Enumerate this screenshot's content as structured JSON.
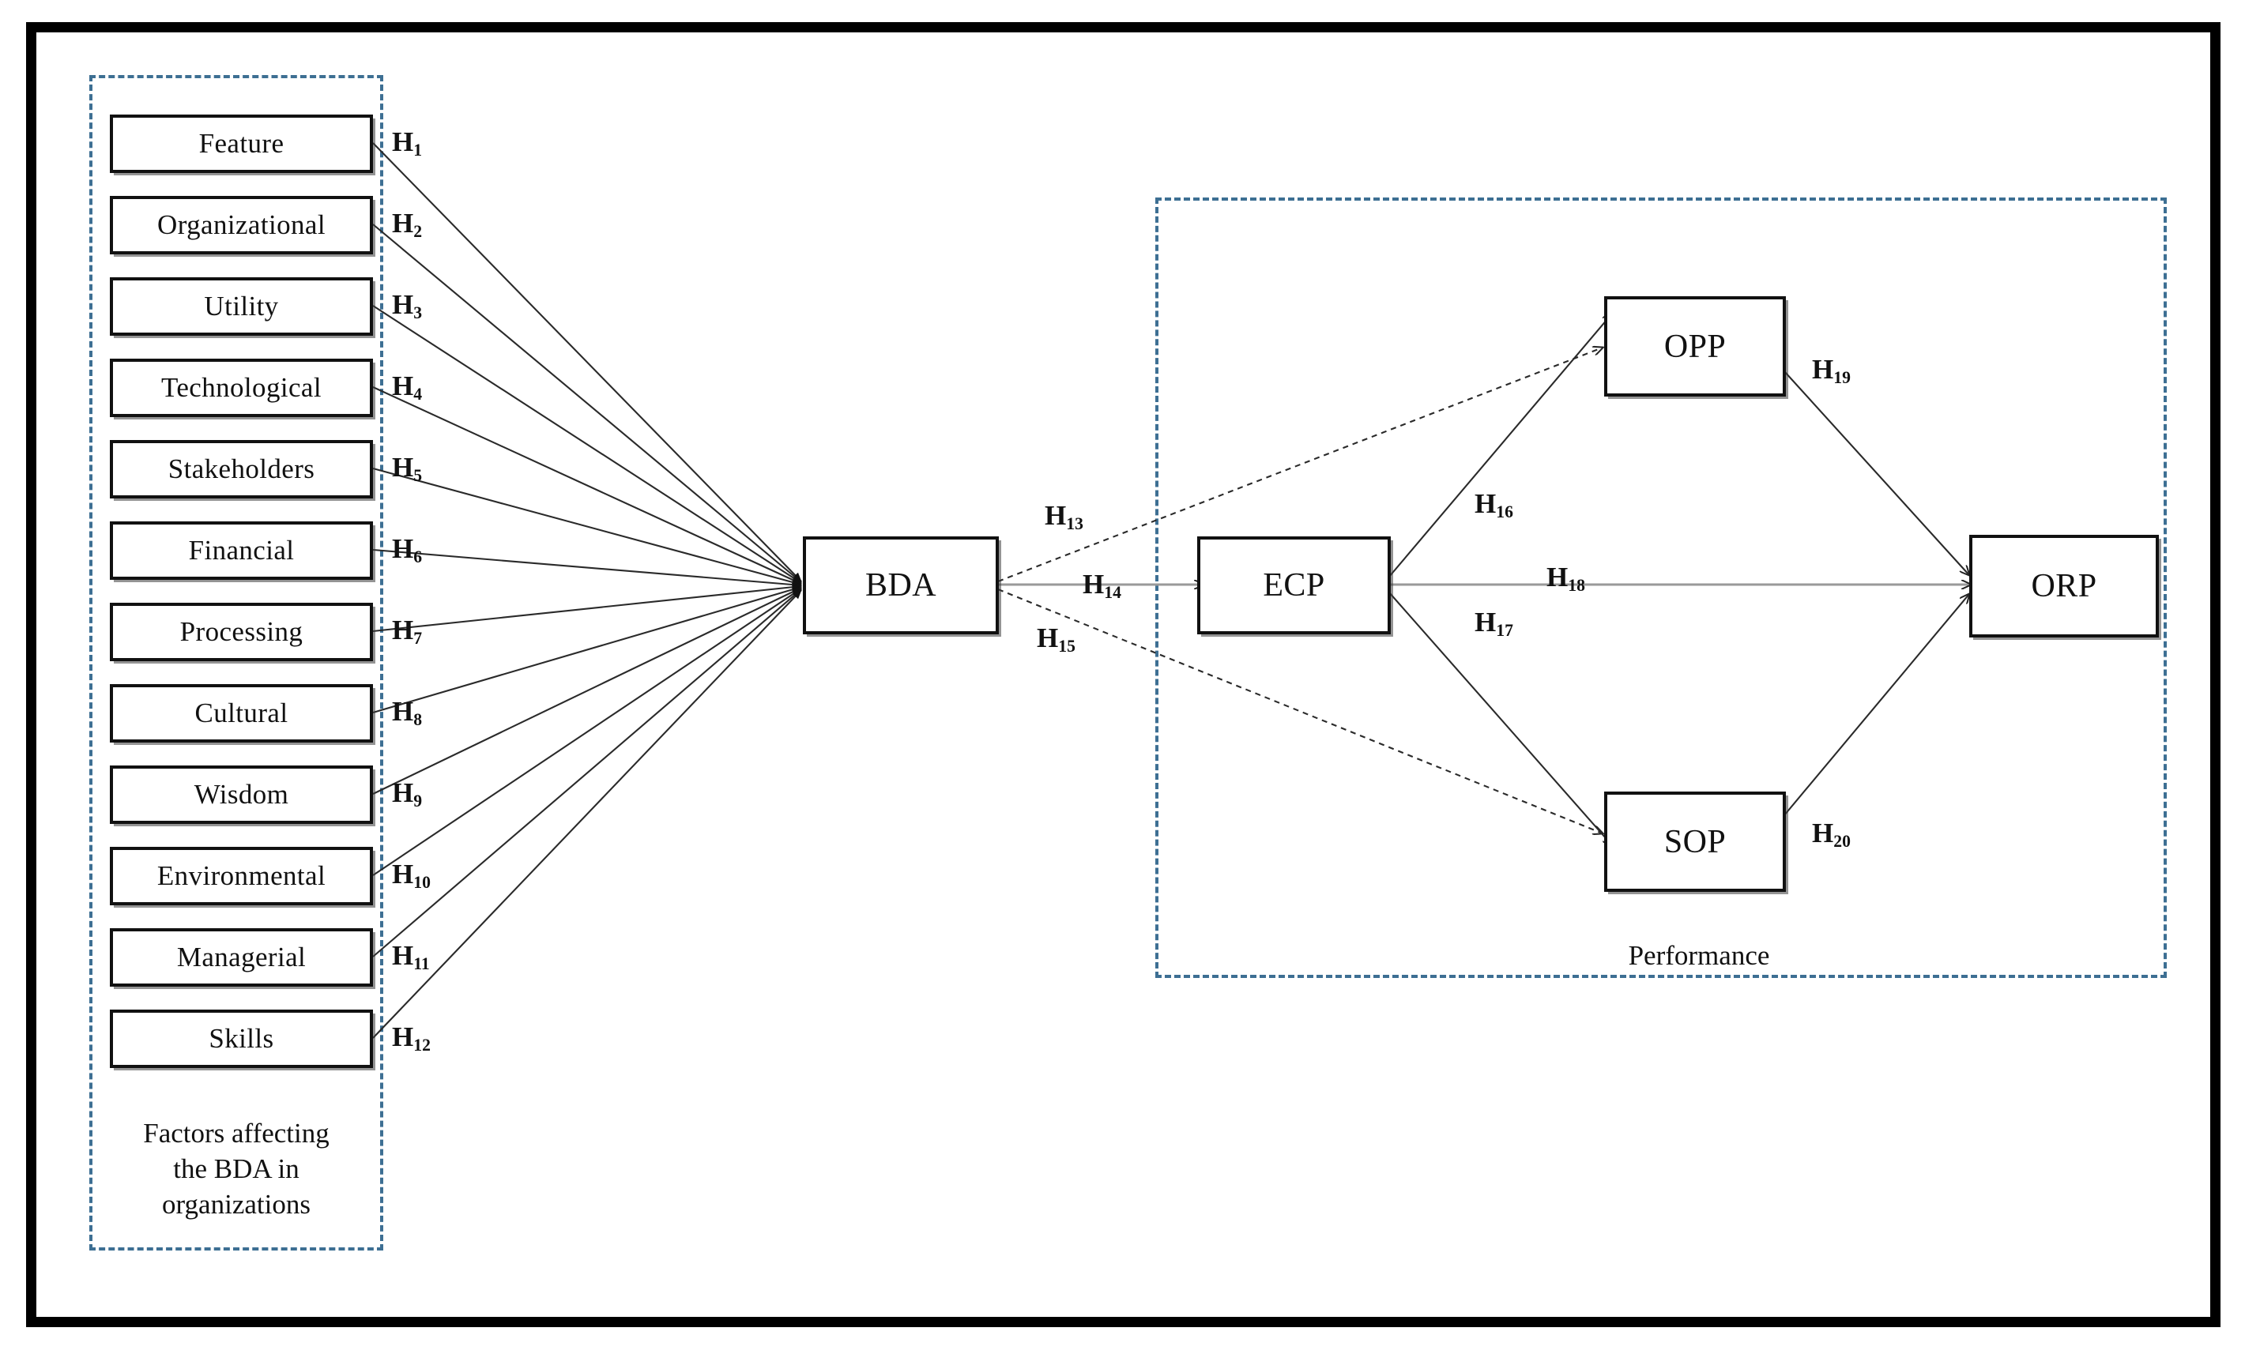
{
  "figure": {
    "type": "conceptual-research-model",
    "factors_panel_caption": "Factors affecting\nthe BDA in\norganizations",
    "factors_caption_lines": [
      "Factors affecting",
      "the BDA in",
      "organizations"
    ],
    "performance_panel_caption": "Performance",
    "colors": {
      "frame": "#000000",
      "panel_dashed": "#3d6f93",
      "node_border": "#111111",
      "link": "#333333",
      "background": "#ffffff"
    }
  },
  "factors": [
    {
      "id": "feature",
      "label": "Feature",
      "hypothesis": "H",
      "index": "1"
    },
    {
      "id": "organizational",
      "label": "Organizational",
      "hypothesis": "H",
      "index": "2"
    },
    {
      "id": "utility",
      "label": "Utility",
      "hypothesis": "H",
      "index": "3"
    },
    {
      "id": "technological",
      "label": "Technological",
      "hypothesis": "H",
      "index": "4"
    },
    {
      "id": "stakeholders",
      "label": "Stakeholders",
      "hypothesis": "H",
      "index": "5"
    },
    {
      "id": "financial",
      "label": "Financial",
      "hypothesis": "H",
      "index": "6"
    },
    {
      "id": "processing",
      "label": "Processing",
      "hypothesis": "H",
      "index": "7"
    },
    {
      "id": "cultural",
      "label": "Cultural",
      "hypothesis": "H",
      "index": "8"
    },
    {
      "id": "wisdom",
      "label": "Wisdom",
      "hypothesis": "H",
      "index": "9"
    },
    {
      "id": "environmental",
      "label": "Environmental",
      "hypothesis": "H",
      "index": "10"
    },
    {
      "id": "managerial",
      "label": "Managerial",
      "hypothesis": "H",
      "index": "11"
    },
    {
      "id": "skills",
      "label": "Skills",
      "hypothesis": "H",
      "index": "12"
    }
  ],
  "core_nodes": [
    {
      "id": "bda",
      "label": "BDA"
    },
    {
      "id": "ecp",
      "label": "ECP"
    },
    {
      "id": "opp",
      "label": "OPP"
    },
    {
      "id": "sop",
      "label": "SOP"
    },
    {
      "id": "orp",
      "label": "ORP"
    }
  ],
  "path_hypotheses": [
    {
      "id": "h13",
      "hypothesis": "H",
      "index": "13",
      "from": "bda",
      "to": "opp"
    },
    {
      "id": "h14",
      "hypothesis": "H",
      "index": "14",
      "from": "bda",
      "to": "ecp"
    },
    {
      "id": "h15",
      "hypothesis": "H",
      "index": "15",
      "from": "bda",
      "to": "sop"
    },
    {
      "id": "h16",
      "hypothesis": "H",
      "index": "16",
      "from": "ecp",
      "to": "opp"
    },
    {
      "id": "h17",
      "hypothesis": "H",
      "index": "17",
      "from": "ecp",
      "to": "sop"
    },
    {
      "id": "h18",
      "hypothesis": "H",
      "index": "18",
      "from": "ecp",
      "to": "orp"
    },
    {
      "id": "h19",
      "hypothesis": "H",
      "index": "19",
      "from": "opp",
      "to": "orp"
    },
    {
      "id": "h20",
      "hypothesis": "H",
      "index": "20",
      "from": "sop",
      "to": "orp"
    }
  ]
}
